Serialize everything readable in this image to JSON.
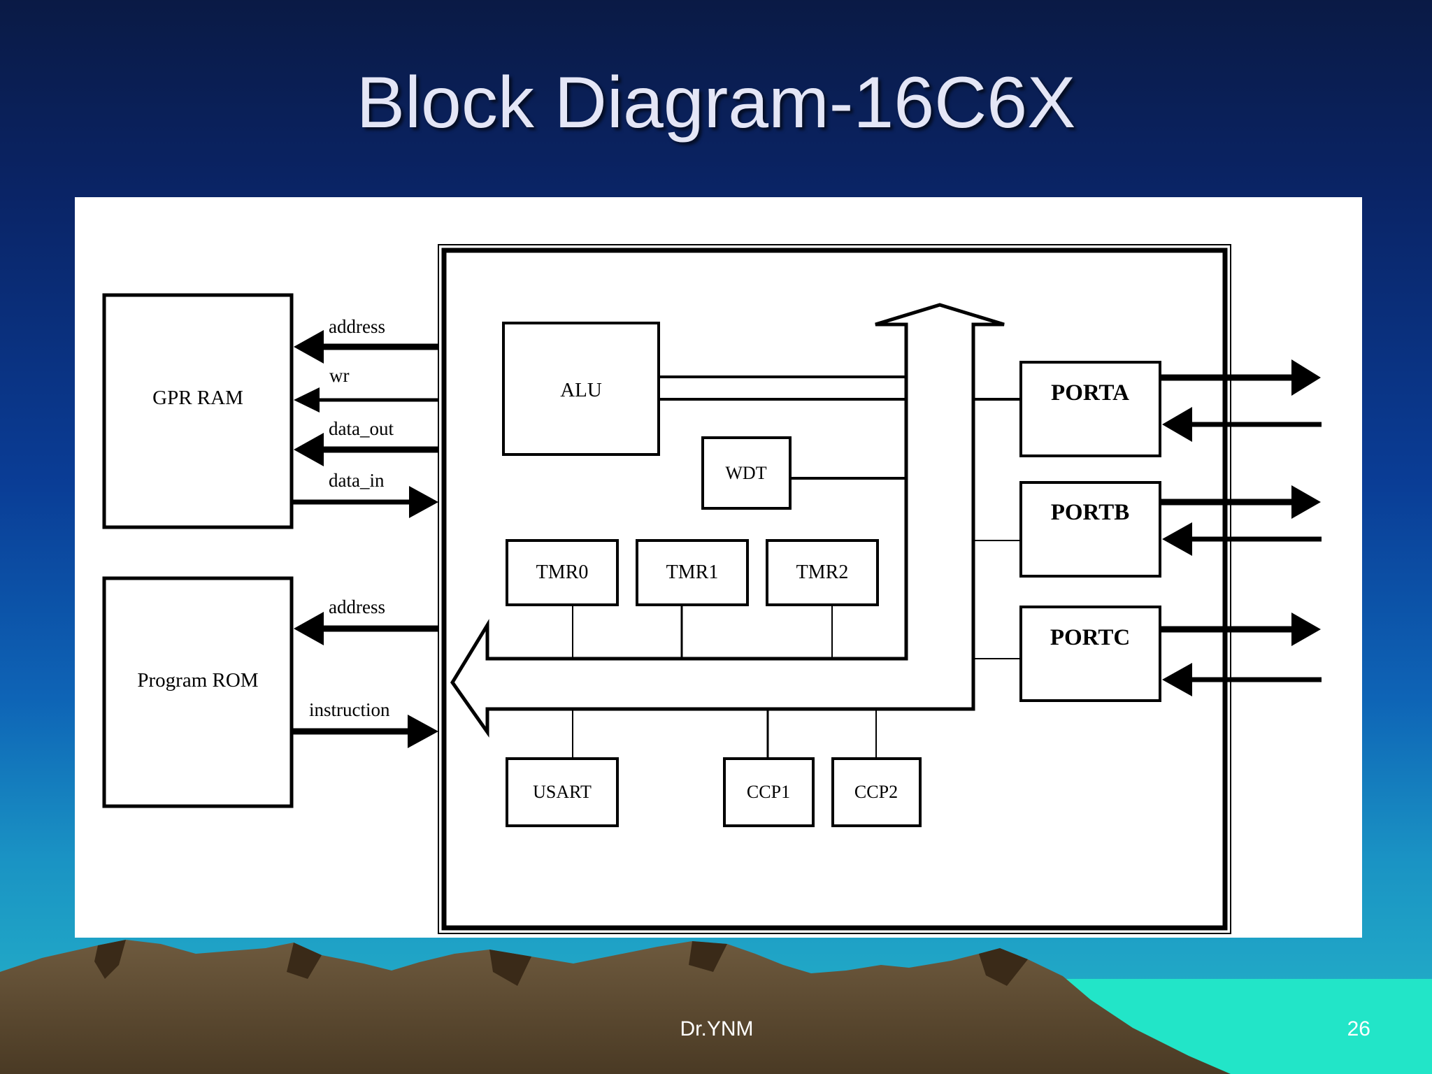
{
  "slide": {
    "title": "Block Diagram-16C6X",
    "footer_author": "Dr.YNM",
    "page_number": "26"
  },
  "diagram": {
    "external_blocks": {
      "gpr_ram": "GPR RAM",
      "program_rom": "Program ROM"
    },
    "signals": {
      "ram_address": "address",
      "ram_wr": "wr",
      "ram_data_out": "data_out",
      "ram_data_in": "data_in",
      "rom_address": "address",
      "rom_instruction": "instruction"
    },
    "internal_blocks": {
      "alu": "ALU",
      "wdt": "WDT",
      "tmr0": "TMR0",
      "tmr1": "TMR1",
      "tmr2": "TMR2",
      "usart": "USART",
      "ccp1": "CCP1",
      "ccp2": "CCP2"
    },
    "ports": {
      "porta": "PORTA",
      "portb": "PORTB",
      "portc": "PORTC"
    }
  }
}
